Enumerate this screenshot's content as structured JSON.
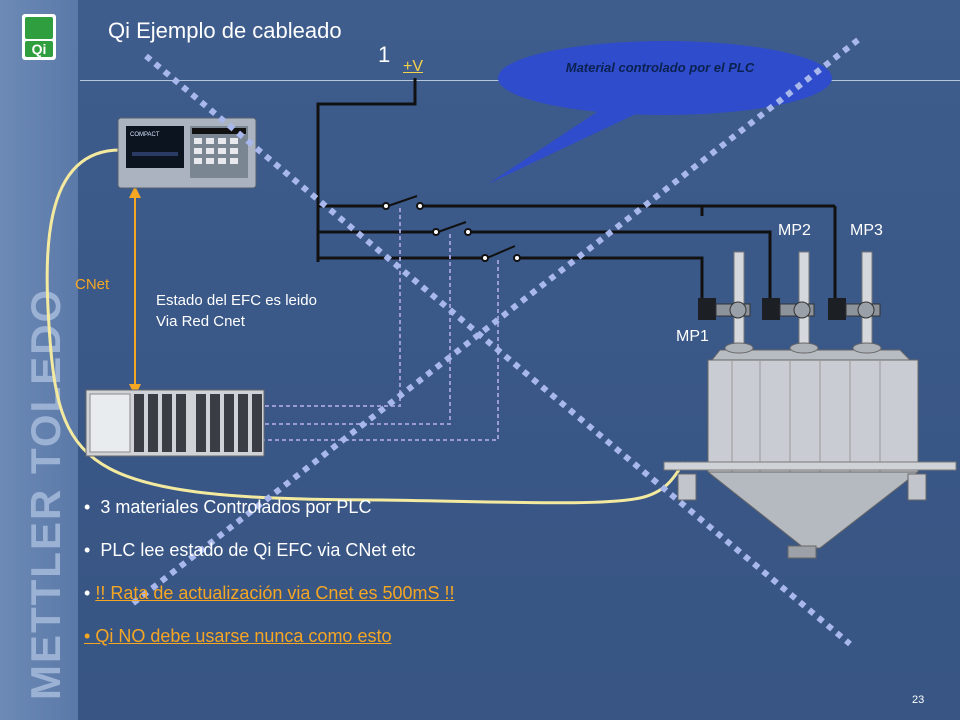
{
  "slide": {
    "title": "Qi Ejemplo de cableado",
    "title_number": "1",
    "brand": "METTLER TOLEDO",
    "logo_text": "Qi",
    "page_number": "23"
  },
  "diagram": {
    "supply_label": "+V",
    "callout": "Material controlado por el PLC",
    "cnet_label": "CNet",
    "status_note_line1": "Estado del EFC es leido",
    "status_note_line2": "Via Red Cnet",
    "mp1": "MP1",
    "mp2": "MP2",
    "mp3": "MP3"
  },
  "bullets": [
    {
      "text": "3 materiales Controlados por PLC",
      "style": "normal"
    },
    {
      "text": "PLC lee estado de Qi EFC via CNet etc",
      "style": "normal"
    },
    {
      "text": "!! Rata de actualización via Cnet es 500mS !!",
      "style": "warning"
    },
    {
      "text": "Qi NO debe usarse nunca como esto",
      "style": "warning"
    }
  ],
  "colors": {
    "background": "#3a5888",
    "warning": "#f5a623",
    "supply": "#f5d24b",
    "cross": "#a9b8ec",
    "callout": "#2f4ccc"
  },
  "icons": [
    "qi-logo-icon",
    "terminal-icon",
    "plc-rack-icon",
    "hopper-icon",
    "valve-icon"
  ]
}
